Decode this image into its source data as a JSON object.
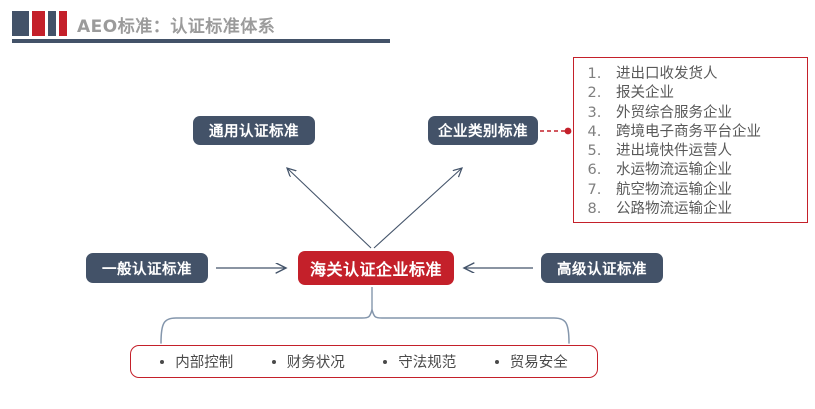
{
  "header": {
    "title": "AEO标准：认证标准体系",
    "accent_blue": "#435268",
    "accent_red": "#C4202A",
    "title_color": "#9B9B9B",
    "marks": [
      "blue",
      "red",
      "blue",
      "red"
    ]
  },
  "boxes": {
    "general_cert": "通用认证标准",
    "enterprise_category": "企业类别标准",
    "customs_cert": "海关认证企业标准",
    "normal_cert": "一般认证标准",
    "advanced_cert": "高级认证标准"
  },
  "category_list": {
    "border_color": "#C4202A",
    "items": [
      "进出口收发货人",
      "报关企业",
      "外贸综合服务企业",
      "跨境电子商务平台企业",
      "进出境快件运营人",
      "水运物流运输企业",
      "航空物流运输企业",
      "公路物流运输企业"
    ]
  },
  "pillars": {
    "border_color": "#C4202A",
    "items": [
      "内部控制",
      "财务状况",
      "守法规范",
      "贸易安全"
    ]
  },
  "connectors": {
    "arrow_color": "#44546A",
    "brace_color": "#8496AC",
    "dashed_color": "#C4202A",
    "labels": {
      "arrow_up_left": "arrow-to-general-cert",
      "arrow_up_right": "arrow-to-enterprise-category",
      "arrow_right": "arrow-normal-to-customs",
      "arrow_left": "arrow-advanced-to-customs",
      "dashed_link": "dashed-link-category-to-list",
      "brace": "brace-customs-to-pillars"
    }
  }
}
